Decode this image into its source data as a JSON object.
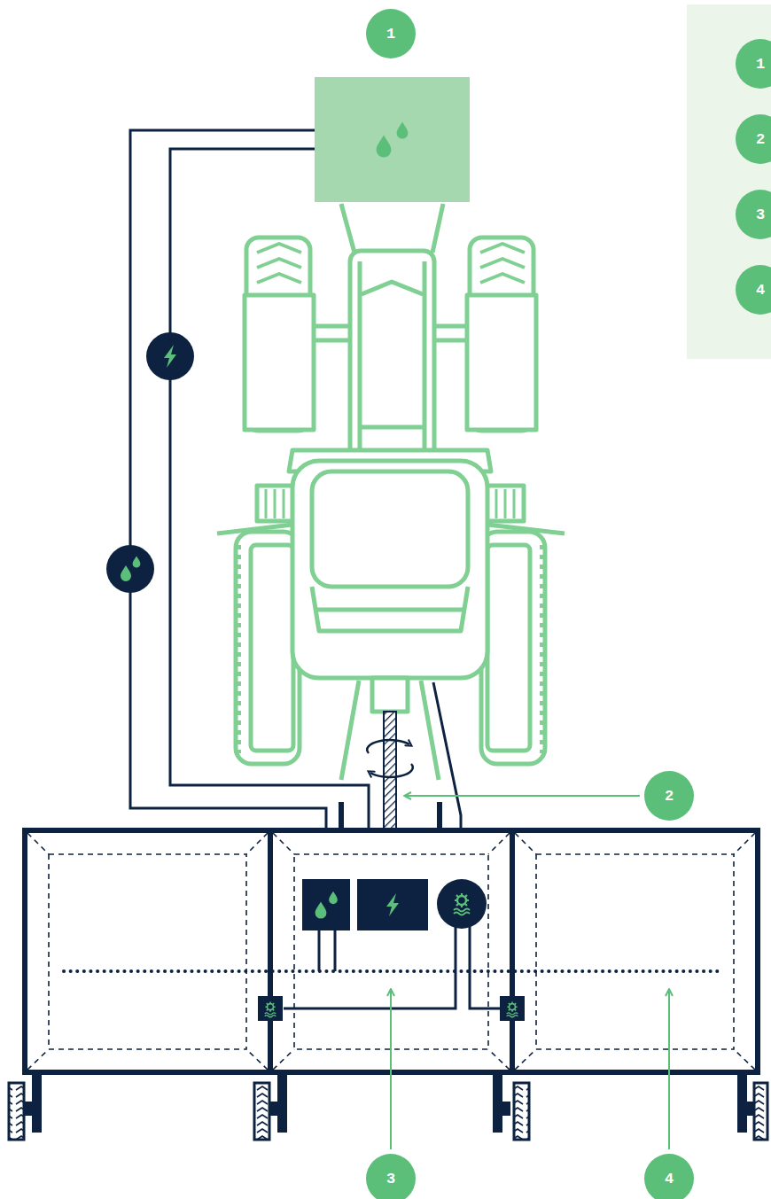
{
  "diagram": {
    "nodes": [
      {
        "text": [
          "1"
        ]
      },
      {
        "text": [
          "1"
        ]
      },
      {
        "text": [
          "2"
        ]
      },
      {
        "text": [
          "3"
        ]
      },
      {
        "text": [
          "4"
        ]
      },
      {
        "text": [
          "2"
        ]
      },
      {
        "text": [
          "3"
        ]
      },
      {
        "text": [
          "4"
        ]
      }
    ]
  }
}
